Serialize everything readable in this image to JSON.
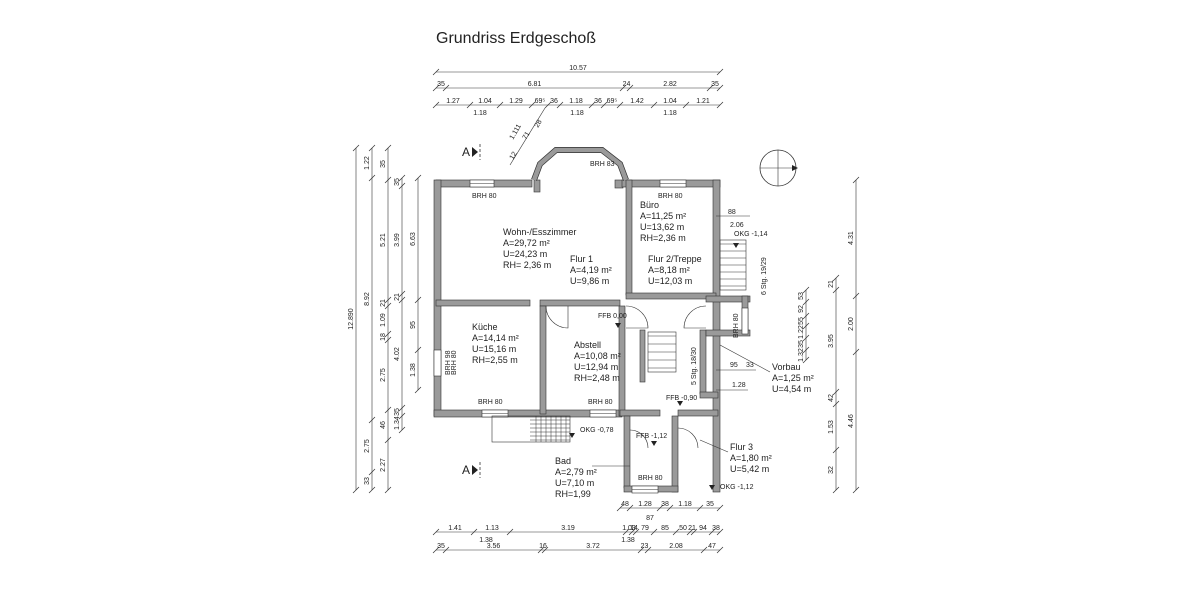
{
  "title": "Grundriss Erdgeschoß",
  "section_markers": [
    "A",
    "A"
  ],
  "north_symbol": "north-arrow-icon",
  "rooms": [
    {
      "name": "Wohn-/Esszimmer",
      "lines": [
        "Wohn-/Esszimmer",
        "A=29,72 m²",
        "U=24,23 m",
        "RH= 2,36 m"
      ]
    },
    {
      "name": "Flur 1",
      "lines": [
        "Flur 1",
        "A=4,19 m²",
        "U=9,86 m"
      ]
    },
    {
      "name": "Büro",
      "lines": [
        "Büro",
        "A=11,25 m²",
        "U=13,62 m",
        "RH=2,36 m"
      ]
    },
    {
      "name": "Flur 2/Treppe",
      "lines": [
        "Flur 2/Treppe",
        "A=8,18 m²",
        "U=12,03 m"
      ]
    },
    {
      "name": "Küche",
      "lines": [
        "Küche",
        "A=14,14 m²",
        "U=15,16 m",
        "RH=2,55 m"
      ]
    },
    {
      "name": "Abstell",
      "lines": [
        "Abstell",
        "A=10,08 m²",
        "U=12,94 m",
        "RH=2,48 m"
      ]
    },
    {
      "name": "Vorbau",
      "lines": [
        "Vorbau",
        "A=1,25 m²",
        "U=4,54 m"
      ]
    },
    {
      "name": "Flur 3",
      "lines": [
        "Flur 3",
        "A=1,80 m²",
        "U=5,42 m"
      ]
    },
    {
      "name": "Bad",
      "lines": [
        "Bad",
        "A=2,79 m²",
        "U=7,10 m",
        "RH=1,99"
      ]
    }
  ],
  "labels": {
    "brh": [
      "BRH 80",
      "BRH 80",
      "BRH 80",
      "BRH 80",
      "BRH 80",
      "BRH 80",
      "BRH 80",
      "BRH 83",
      "BRH 98"
    ],
    "levels": [
      "FFB 0,00",
      "FFB -0,90",
      "FFB -1,12",
      "OKG -1,14",
      "OKG -0,78",
      "OKG -1,12"
    ],
    "stairs": [
      "6 Stg. 19/29",
      "5 Stg. 18/30"
    ]
  },
  "dimensions": {
    "top_row1": [
      "10.57"
    ],
    "top_row2": [
      "35",
      "6.81",
      "24",
      "2.82",
      "35"
    ],
    "top_row3": [
      "1.27",
      "1.04",
      "1.29",
      "69⁵",
      "36",
      "1.18",
      "36",
      "69⁵",
      "1.42",
      "1.04",
      "1.21"
    ],
    "top_row3b": [
      "1.18",
      "1.18",
      "1.18"
    ],
    "bay": [
      "1.111",
      "71",
      "28",
      "12"
    ],
    "bottom_row1": [
      "1.41",
      "1.13",
      "3.19",
      "1.03",
      "14",
      "79",
      "85",
      "50",
      "21",
      "94",
      "38"
    ],
    "bottom_row1b": [
      "1.38",
      "1.38"
    ],
    "bottom_row2": [
      "35",
      "3.56",
      "16",
      "3.72",
      "23",
      "2.08",
      "47"
    ],
    "bad_row": [
      "48",
      "1.28",
      "38",
      "1.18",
      "35"
    ],
    "bad_row_b": [
      "87"
    ],
    "left_total": [
      "12.890"
    ],
    "left_a": [
      "1.22",
      "8.92",
      "2.75",
      "33"
    ],
    "left_b": [
      "35",
      "5.21",
      "21",
      "1.09",
      "18",
      "2.75",
      "46",
      "2.27"
    ],
    "left_c": [
      "35",
      "3.99",
      "21",
      "4.02",
      "35",
      "1.34"
    ],
    "left_d": [
      "6.63",
      "95",
      "1.38"
    ],
    "right_a": [
      "4.31",
      "2.00",
      "4.46"
    ],
    "right_b": [
      "21",
      "3.95",
      "42",
      "1.53",
      "32"
    ],
    "right_c": [
      "53",
      "92",
      "55",
      "1.22",
      "35",
      "1.32",
      "33"
    ],
    "right_inner": [
      "88",
      "2.06",
      "95",
      "33",
      "1.28"
    ]
  }
}
